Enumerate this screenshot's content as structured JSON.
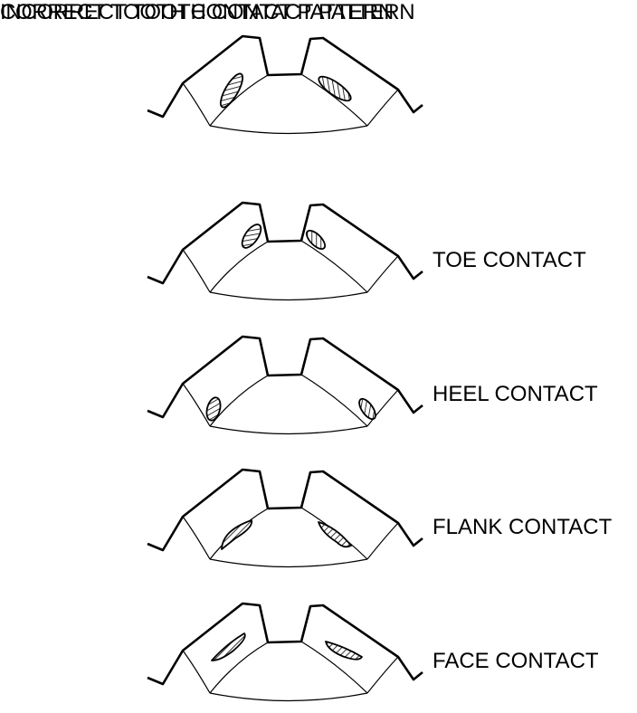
{
  "headings": {
    "correct": "CORRECT TOOTH CONTACT PATTERN",
    "incorrect": "INCORRECT TOOTH CONTACT PATTERN"
  },
  "patterns": [
    {
      "id": "correct",
      "label": ""
    },
    {
      "id": "toe",
      "label": "TOE CONTACT"
    },
    {
      "id": "heel",
      "label": "HEEL CONTACT"
    },
    {
      "id": "flank",
      "label": "FLANK CONTACT"
    },
    {
      "id": "face",
      "label": "FACE CONTACT"
    }
  ],
  "colors": {
    "ink": "#000000",
    "background": "#ffffff"
  }
}
